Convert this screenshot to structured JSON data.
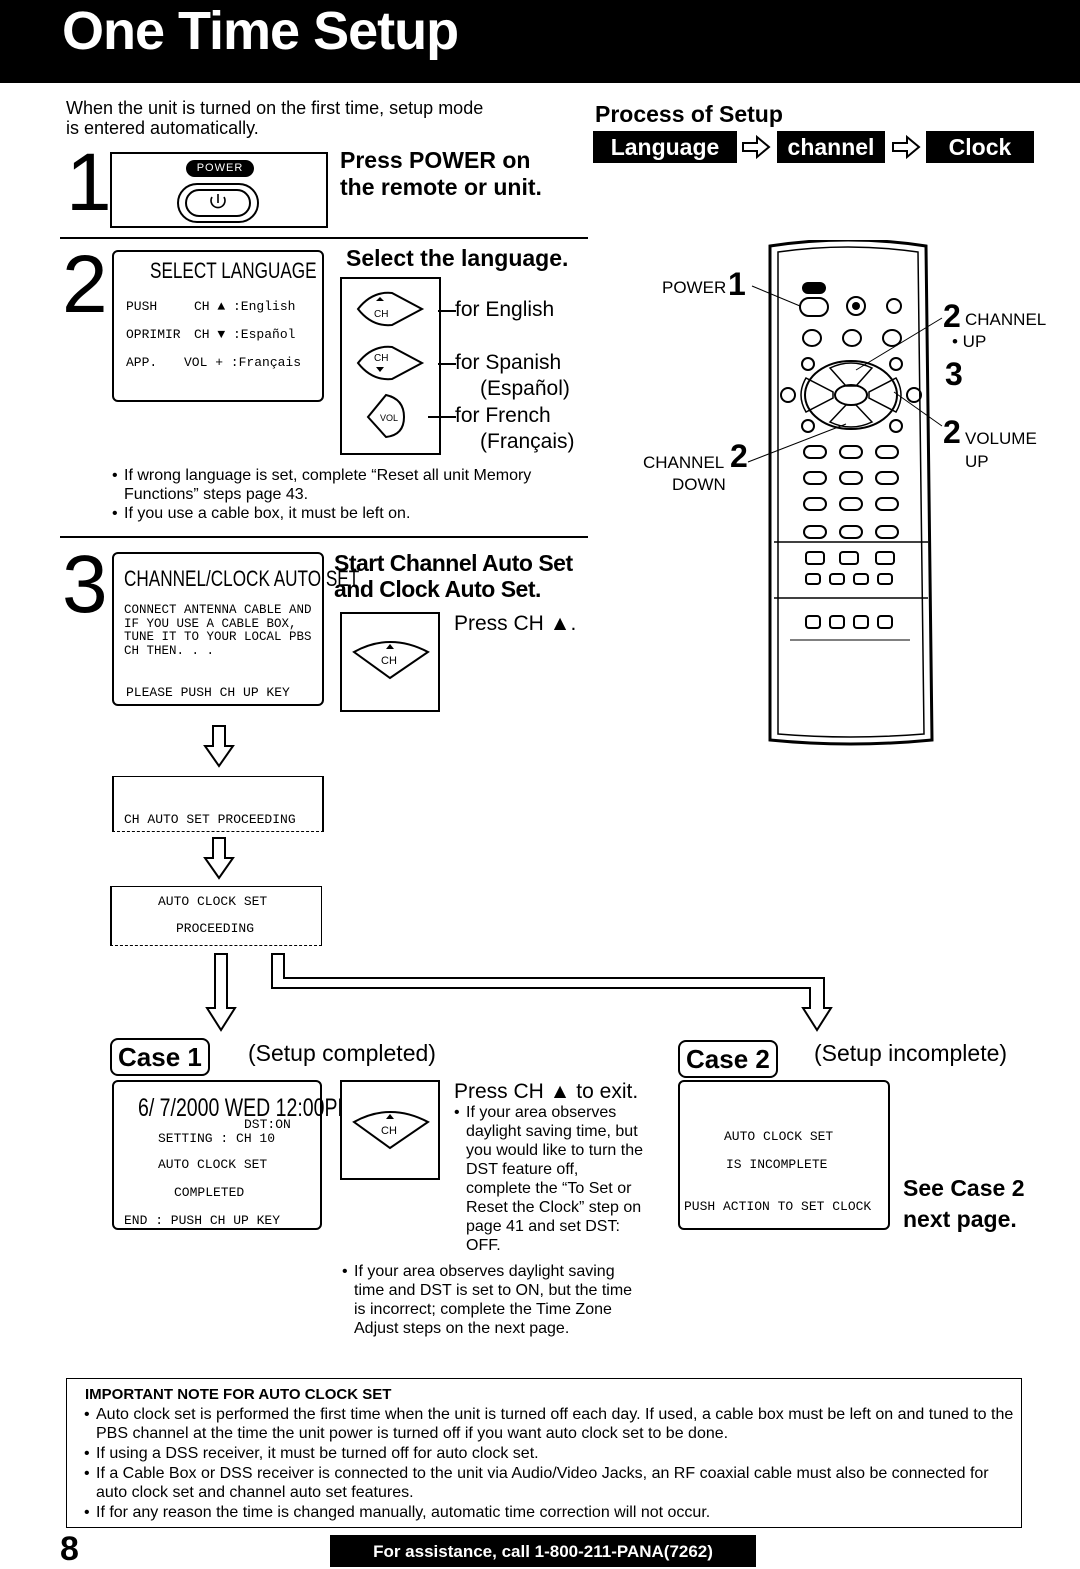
{
  "header": {
    "title": "One Time Setup"
  },
  "intro": "When the unit is turned on the first time, setup mode is entered automatically.",
  "process": {
    "heading": "Process of Setup",
    "steps": [
      "Language",
      "channel",
      "Clock"
    ]
  },
  "step1": {
    "number": "1",
    "power_label": "POWER",
    "heading_line1": "Press POWER on",
    "heading_line2": "the remote or unit."
  },
  "step2": {
    "number": "2",
    "osd_title": "SELECT LANGUAGE",
    "osd_rows": [
      {
        "a": "PUSH",
        "b": "CH ▲ :English"
      },
      {
        "a": "OPRIMIR",
        "b": "CH ▼ :Español"
      },
      {
        "a": "APP.",
        "b": "VOL + :Français"
      }
    ],
    "heading": "Select the language.",
    "ch_label": "CH",
    "vol_label": "VOL",
    "opt_english": "for English",
    "opt_spanish": "for Spanish",
    "opt_spanish2": "(Español)",
    "opt_french": "for French",
    "opt_french2": "(Français)",
    "notes": [
      "If wrong language is set, complete “Reset all unit Memory Functions” steps page 43.",
      "If you use a cable box, it must be left on."
    ]
  },
  "step3": {
    "number": "3",
    "osd_title": "CHANNEL/CLOCK AUTO SET",
    "osd_body": "CONNECT ANTENNA CABLE AND IF YOU USE A CABLE BOX, TUNE IT TO YOUR LOCAL PBS CH THEN. . .",
    "osd_footer": "PLEASE PUSH CH UP KEY",
    "heading_line1": "Start Channel Auto Set",
    "heading_line2": "and Clock Auto Set.",
    "press": "Press CH ▲.",
    "ch_label": "CH"
  },
  "flow": {
    "box1": "CH AUTO SET PROCEEDING",
    "box2_line1": "AUTO CLOCK SET",
    "box2_line2": "PROCEEDING"
  },
  "case1": {
    "label": "Case 1",
    "status": "(Setup completed)",
    "osd_line1": "6/ 7/2000 WED 12:00PM",
    "osd_dst": "DST:ON",
    "osd_setting": "SETTING : CH 10",
    "osd_auto": "AUTO CLOCK SET",
    "osd_completed": "COMPLETED",
    "osd_end": "END : PUSH CH UP KEY",
    "ch_label": "CH",
    "press": "Press CH ▲ to exit.",
    "note1": "If your area observes daylight saving time, but you would like to turn the DST feature off, complete the “To Set or Reset the Clock” step on page 41 and set DST: OFF.",
    "note2": "If your area observes daylight saving time and DST is set to ON, but the time is incorrect; complete the Time Zone Adjust steps on the next page."
  },
  "case2": {
    "label": "Case 2",
    "status": "(Setup incomplete)",
    "osd_line1": "AUTO CLOCK SET",
    "osd_line2": "IS INCOMPLETE",
    "osd_line3": "PUSH ACTION TO SET CLOCK",
    "see_line1": "See Case 2",
    "see_line2": "next page."
  },
  "remote": {
    "power_label": "POWER",
    "power_num": "1",
    "ch_up_num": "2",
    "ch_up_label": "CHANNEL",
    "ch_up_sub": "• UP",
    "three": "3",
    "vol_num": "2",
    "vol_label": "VOLUME",
    "vol_sub": "UP",
    "ch_down_label": "CHANNEL",
    "ch_down_num": "2",
    "ch_down_sub": "DOWN"
  },
  "important": {
    "title": "IMPORTANT NOTE FOR AUTO CLOCK SET",
    "items": [
      "Auto clock set is performed the first time when the unit is turned off each day. If used, a cable box must be left on and tuned to the PBS channel at the time the unit power is turned off if you want auto clock set to be done.",
      "If using a DSS receiver, it must be turned off for auto clock set.",
      "If a Cable Box or DSS receiver is connected to the unit via Audio/Video Jacks, an RF coaxial cable must also be connected for auto clock set and channel auto set features.",
      "If for any reason the time is changed manually, automatic time correction will not occur."
    ]
  },
  "footer": {
    "page_number": "8",
    "assistance": "For assistance, call 1-800-211-PANA(7262)"
  }
}
